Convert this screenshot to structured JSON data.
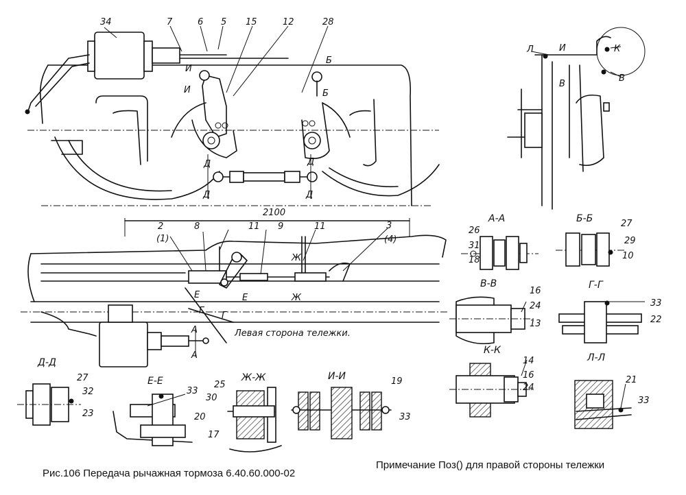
{
  "labels": {
    "p34": "34",
    "p7": "7",
    "p6": "6",
    "p5": "5",
    "p15": "15",
    "p12": "12",
    "p28": "28",
    "p2": "2",
    "p1r": "(1)",
    "p8": "8",
    "p11": "11",
    "p9": "9",
    "p3": "3",
    "p4r": "(4)",
    "p26": "26",
    "p31": "31",
    "p18": "18",
    "p27": "27",
    "p29": "29",
    "p10": "10",
    "p16": "16",
    "p24": "24",
    "p13": "13",
    "p33": "33",
    "p22": "22",
    "p14": "14",
    "p21": "21",
    "p32": "32",
    "p23": "23",
    "p20": "20",
    "p25": "25",
    "p30": "30",
    "p17": "17",
    "p19": "19",
    "dim": "2100",
    "i": "И",
    "b": "Б",
    "d": "Д",
    "l": "Л",
    "k": "К",
    "v": "В",
    "zh": "Ж",
    "e": "Е",
    "g": "Г",
    "a": "А",
    "left_side": "Левая сторона тележки."
  },
  "sections": {
    "aa": "А-А",
    "bb": "Б-Б",
    "vv": "В-В",
    "gg": "Г-Г",
    "kk": "К-К",
    "ll": "Л-Л",
    "dd": "Д-Д",
    "ee": "Е-Е",
    "zhzh": "Ж-Ж",
    "ii": "И-И"
  },
  "caption": {
    "figure": "Рис.106 Передача рычажная тормоза 6.40.60.000-02",
    "note": "Примечание Поз() для правой стороны тележки"
  }
}
